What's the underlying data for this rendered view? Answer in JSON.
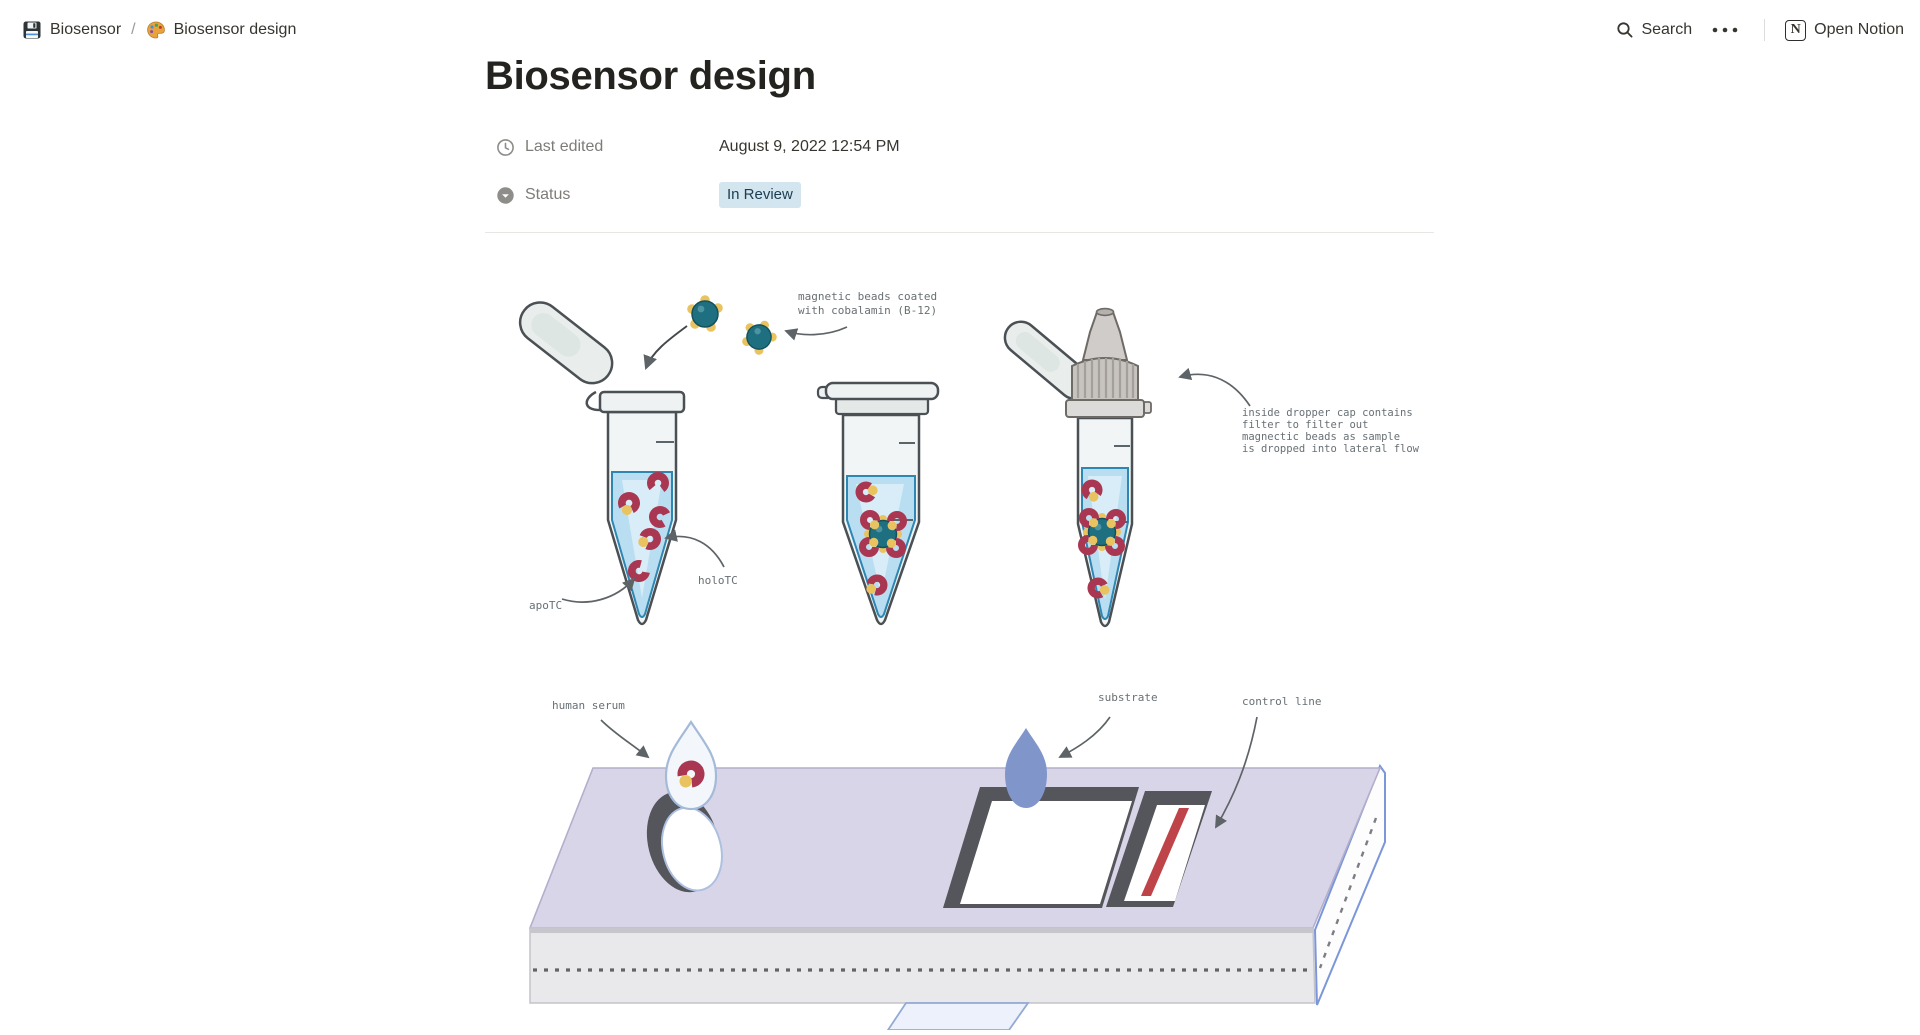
{
  "topbar": {
    "breadcrumb": {
      "workspace_icon": "floppy-disk",
      "workspace": "Biosensor",
      "separator": "/",
      "page_icon": "artist-palette",
      "page": "Biosensor design"
    },
    "search_label": "Search",
    "more_icon": "ellipsis",
    "notion_logo_letter": "N",
    "open_notion_label": "Open Notion"
  },
  "page": {
    "title": "Biosensor design",
    "properties": [
      {
        "icon": "clock-icon",
        "label": "Last edited",
        "value": "August 9, 2022 12:54 PM",
        "type": "text"
      },
      {
        "icon": "status-icon",
        "label": "Status",
        "value": "In Review",
        "type": "badge",
        "badge_bg": "#d3e5ef",
        "badge_text_color": "#1c3d52"
      }
    ]
  },
  "diagram": {
    "labels": {
      "magnetic_beads_line1": "magnetic beads coated",
      "magnetic_beads_line2": "with cobalamin (B-12)",
      "apoTC": "apoTC",
      "holoTC": "holoTC",
      "dropper_note_line1": "inside dropper cap contains",
      "dropper_note_line2": "filter to filter out",
      "dropper_note_line3": "magnectic beads as sample",
      "dropper_note_line4": "is dropped into lateral flow",
      "human_serum": "human serum",
      "substrate": "substrate",
      "control_line": "control line"
    },
    "colors": {
      "badge_bg": "#d3e5ef",
      "liquid_blue": "#b9def1",
      "bead_teal": "#1e6f80",
      "protein_red": "#aa3751",
      "cobalamin_yellow": "#e9c35f",
      "cassette_top": "#d9d5e8",
      "cassette_front": "#e9e9ec",
      "window_frame": "#55555c",
      "control_line_red": "#bf4449",
      "substrate_blue": "#8096cb",
      "label_gray": "#687074"
    }
  }
}
